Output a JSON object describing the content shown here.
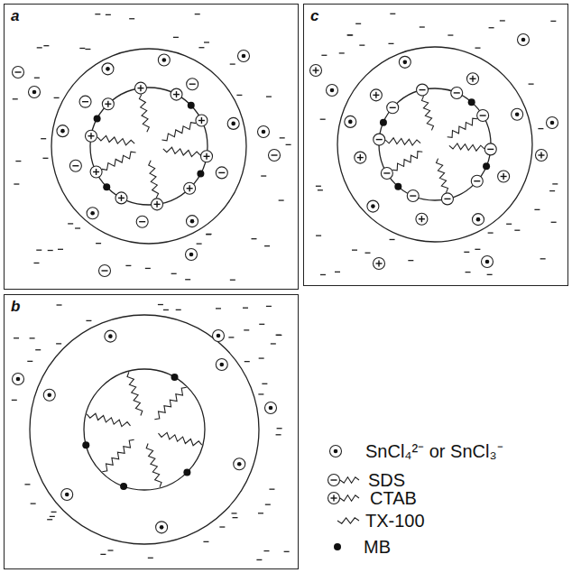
{
  "diagram": {
    "nodes": [
      {
        "text": [
          "a"
        ]
      },
      {
        "text": [
          "c"
        ]
      },
      {
        "text": [
          "b"
        ]
      }
    ],
    "legend": [
      {
        "text": "SnCl₄²⁻ or SnCl₃⁻"
      },
      {
        "text": "SDS"
      },
      {
        "text": "CTAB"
      },
      {
        "text": "TX-100"
      },
      {
        "text": "MB"
      }
    ]
  }
}
